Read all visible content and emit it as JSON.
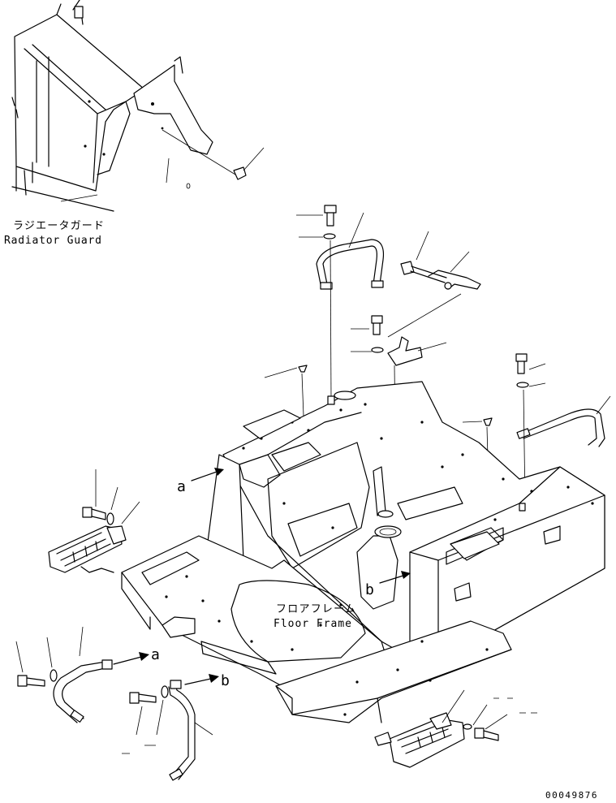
{
  "labels": {
    "radiator_guard_jp": "ラジエータガード",
    "radiator_guard_en": "Radiator Guard",
    "floor_frame_jp": "フロアフレーム",
    "floor_frame_en": "Floor Frame",
    "ref_a": "a",
    "ref_b": "b",
    "drawing_number": "00049876"
  },
  "colors": {
    "line": "#000000",
    "background": "#ffffff"
  }
}
